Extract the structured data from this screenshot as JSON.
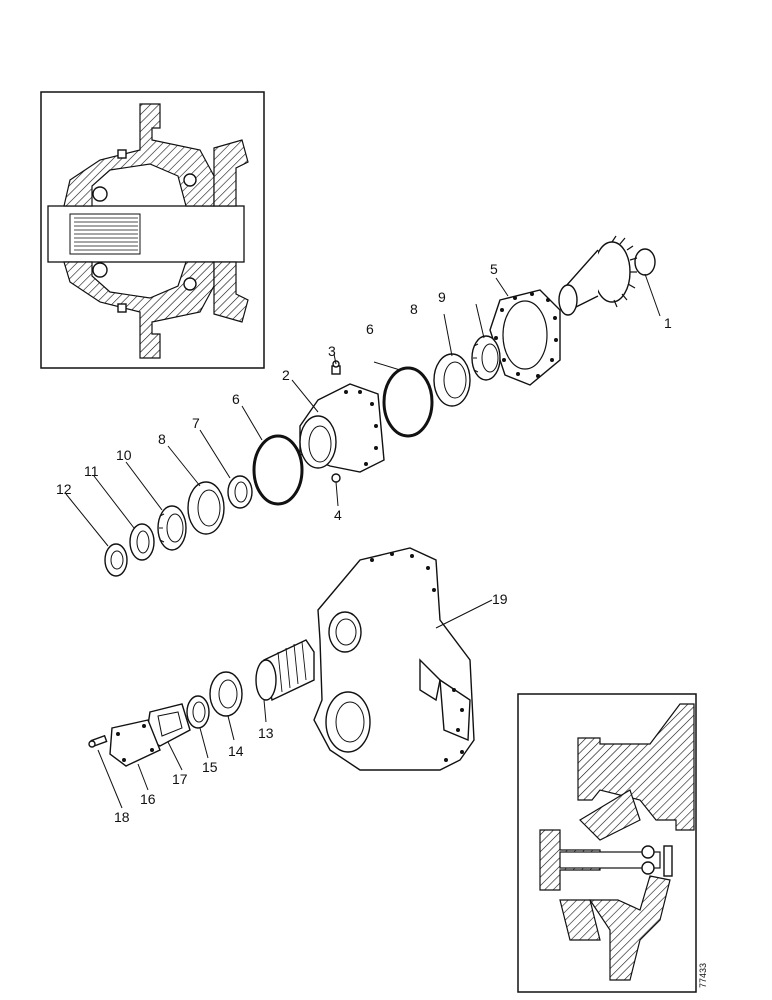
{
  "drawing_ref": "77433",
  "callouts": {
    "c1": "1",
    "c2": "2",
    "c3": "3",
    "c4": "4",
    "c5": "5",
    "c6a": "6",
    "c6b": "6",
    "c7": "7",
    "c8a": "8",
    "c8b": "8",
    "c9": "9",
    "c10": "10",
    "c11": "11",
    "c12": "12",
    "c13": "13",
    "c14": "14",
    "c15": "15",
    "c16": "16",
    "c17": "17",
    "c18": "18",
    "c19": "19"
  }
}
